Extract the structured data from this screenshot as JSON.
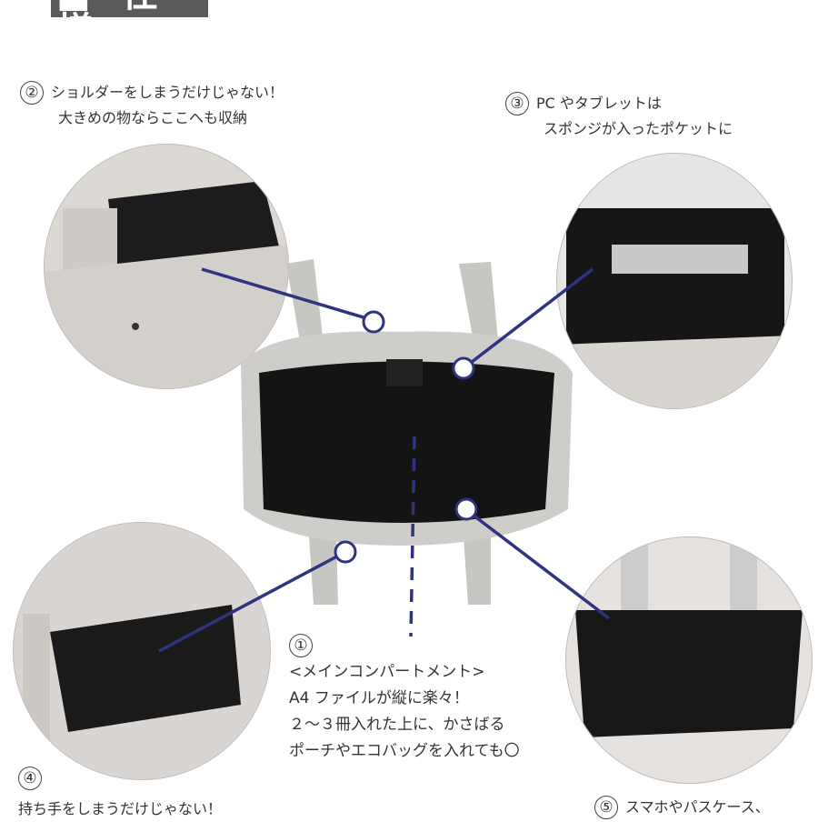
{
  "header": {
    "title": "■ 仕様"
  },
  "callouts": [
    {
      "number": "①",
      "lines": [
        "<メインコンパートメント>",
        "A4 ファイルが縦に楽々！",
        "２～３冊入れた上に、かさばる",
        "ポーチやエコバッグを入れても〇"
      ]
    },
    {
      "number": "②",
      "lines": [
        "ショルダーをしまうだけじゃない！",
        "大きめの物ならここへも収納"
      ]
    },
    {
      "number": "③",
      "lines": [
        "PC やタブレットは",
        "スポンジが入ったポケットに"
      ]
    },
    {
      "number": "④",
      "lines": [
        "持ち手をしまうだけじゃない！"
      ]
    },
    {
      "number": "⑤",
      "lines": [
        "スマホやパスケース、"
      ]
    }
  ],
  "colors": {
    "leader_line": "#2e3480",
    "bag": "#c8c6c3",
    "lining": "#151515"
  }
}
